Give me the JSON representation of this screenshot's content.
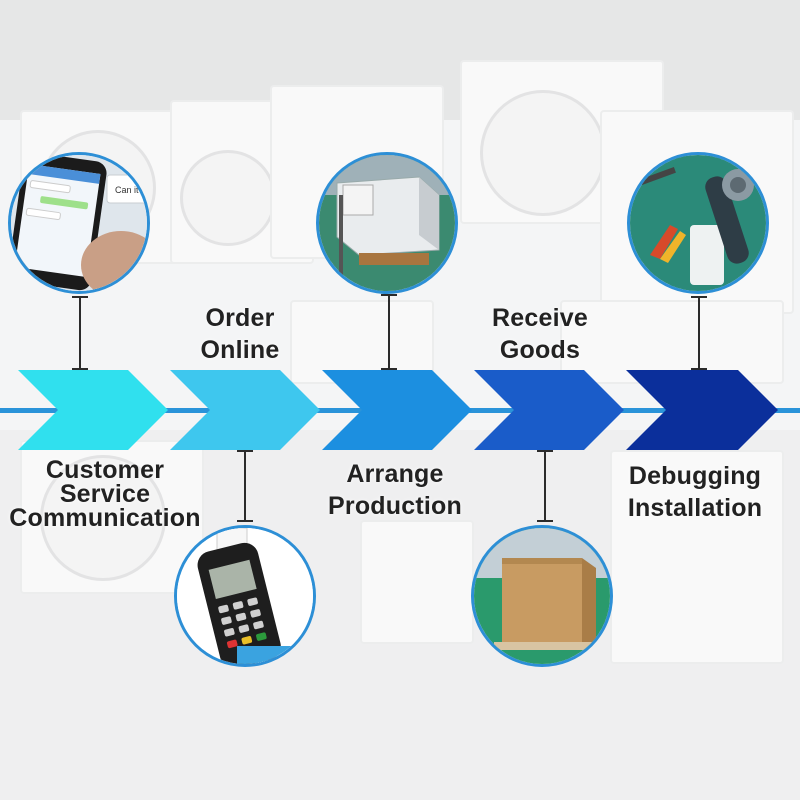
{
  "steps": [
    {
      "id": "customer-service",
      "lines": [
        "Customer",
        "Service",
        "Communication"
      ],
      "color": "#30e0ee",
      "icon": "smartphone-chat-icon",
      "chat_bubble": "Can it be"
    },
    {
      "id": "order-online",
      "lines": [
        "Order",
        "Online"
      ],
      "color": "#3ec7ee",
      "icon": "payment-terminal-icon"
    },
    {
      "id": "arrange-production",
      "lines": [
        "Arrange",
        "Production"
      ],
      "color": "#1c8fe0",
      "icon": "air-cooler-unit-icon"
    },
    {
      "id": "receive-goods",
      "lines": [
        "Receive",
        "Goods"
      ],
      "color": "#1a5cc9",
      "icon": "cardboard-box-icon"
    },
    {
      "id": "debugging-installation",
      "lines": [
        "Debugging",
        "Installation"
      ],
      "color": "#0b2f9b",
      "icon": "tools-icon"
    }
  ],
  "colors": {
    "line": "#2a93d9",
    "circle_border": "#2d8fd6",
    "text": "#222222"
  }
}
